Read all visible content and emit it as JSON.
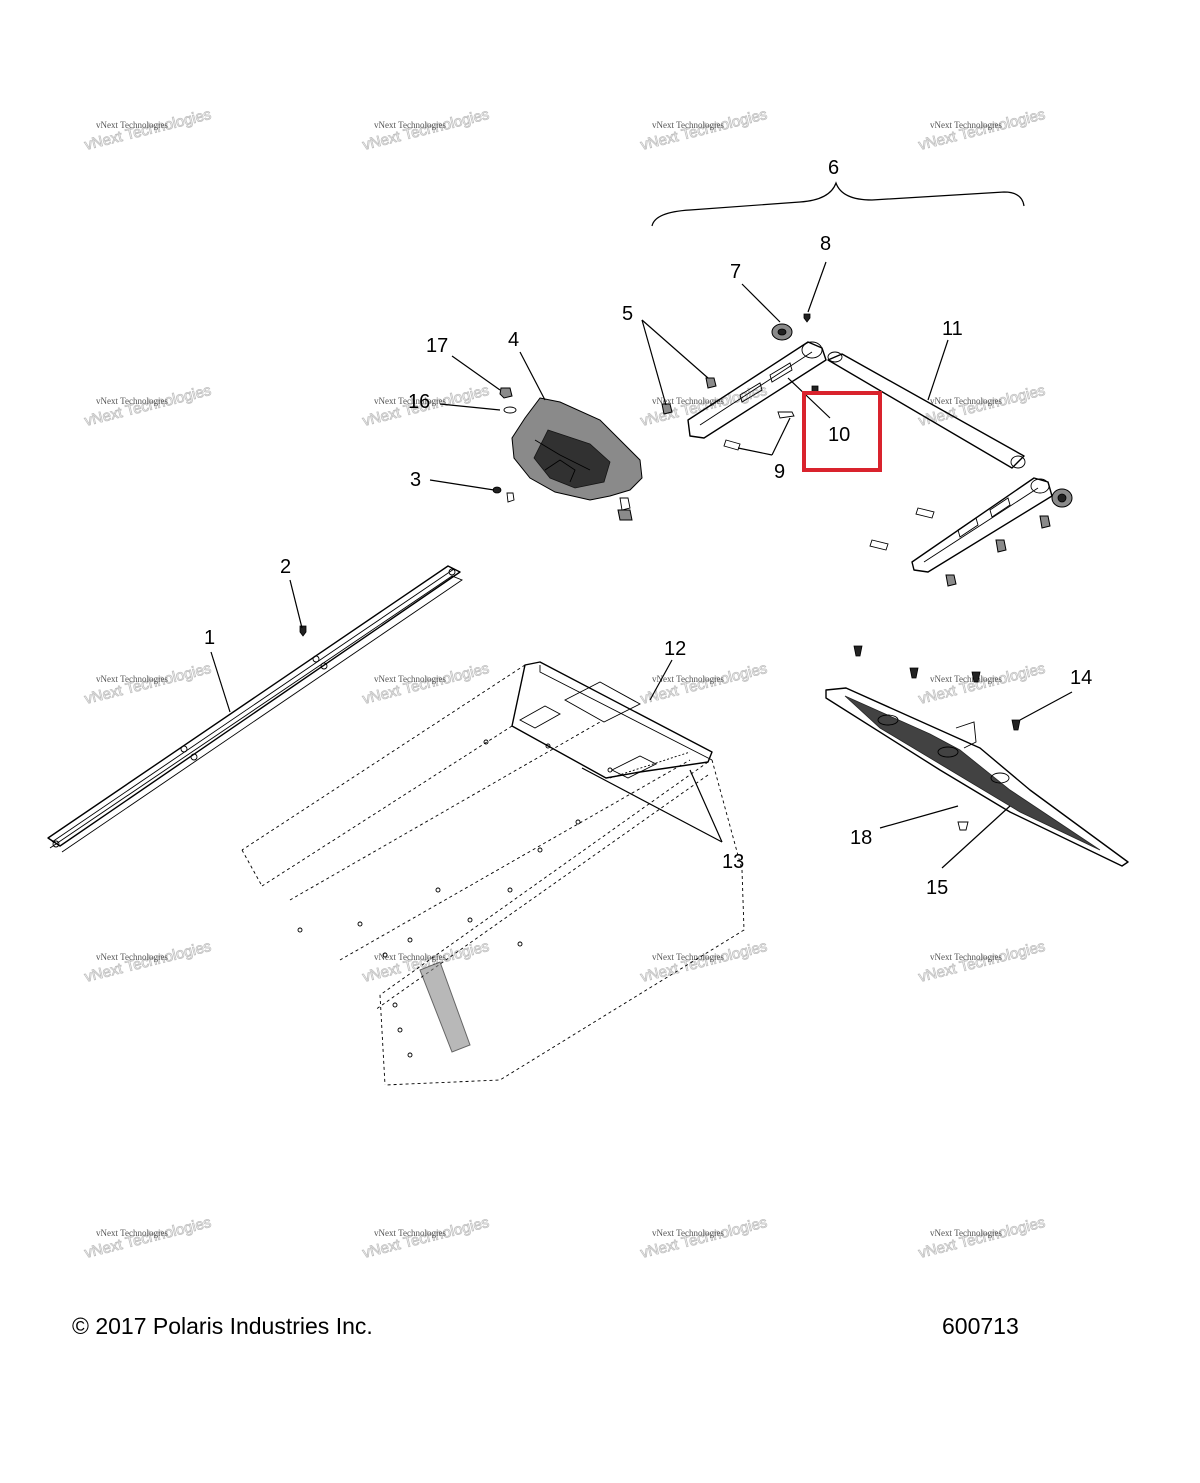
{
  "footer": {
    "copyright": "© 2017 Polaris Industries Inc.",
    "diagram_number": "600713"
  },
  "watermark": {
    "line1": "vNext Technologies",
    "line2": "vNext Technologies"
  },
  "callouts": [
    {
      "id": "1",
      "label": "1"
    },
    {
      "id": "2",
      "label": "2"
    },
    {
      "id": "3",
      "label": "3"
    },
    {
      "id": "4",
      "label": "4"
    },
    {
      "id": "5",
      "label": "5"
    },
    {
      "id": "6",
      "label": "6"
    },
    {
      "id": "7",
      "label": "7"
    },
    {
      "id": "8",
      "label": "8"
    },
    {
      "id": "9",
      "label": "9"
    },
    {
      "id": "10",
      "label": "10"
    },
    {
      "id": "11",
      "label": "11"
    },
    {
      "id": "12",
      "label": "12"
    },
    {
      "id": "13",
      "label": "13"
    },
    {
      "id": "14",
      "label": "14"
    },
    {
      "id": "15",
      "label": "15"
    },
    {
      "id": "16",
      "label": "16"
    },
    {
      "id": "17",
      "label": "17"
    },
    {
      "id": "18",
      "label": "18"
    }
  ],
  "highlight": {
    "callout": "10",
    "color": "#d9232d"
  }
}
